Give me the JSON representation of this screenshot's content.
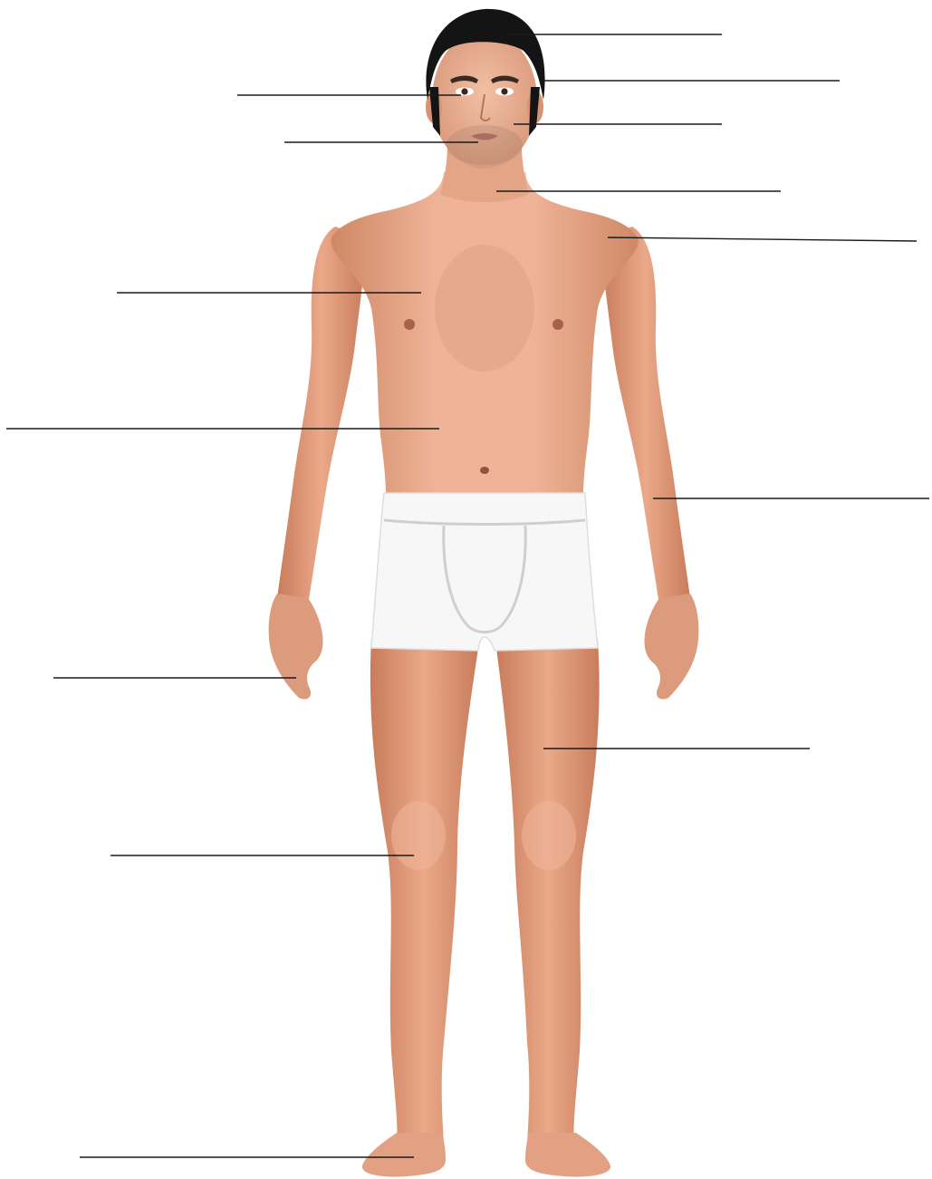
{
  "diagram": {
    "subject": "human-body-front-view",
    "colors": {
      "skin": "#e9a98a",
      "skin_shadow": "#c97c5c",
      "hair": "#141414",
      "underwear": "#f7f7f7",
      "underwear_seam": "#c9c9c9",
      "leader_line": "#1a1a1a",
      "background": "#ffffff"
    },
    "labels": [
      {
        "id": "hair",
        "text": ""
      },
      {
        "id": "ear",
        "text": ""
      },
      {
        "id": "eye",
        "text": ""
      },
      {
        "id": "cheek",
        "text": ""
      },
      {
        "id": "mouth",
        "text": ""
      },
      {
        "id": "neck",
        "text": ""
      },
      {
        "id": "shoulder",
        "text": ""
      },
      {
        "id": "chest",
        "text": ""
      },
      {
        "id": "abdomen",
        "text": ""
      },
      {
        "id": "forearm",
        "text": ""
      },
      {
        "id": "hand",
        "text": ""
      },
      {
        "id": "thigh",
        "text": ""
      },
      {
        "id": "knee",
        "text": ""
      },
      {
        "id": "foot",
        "text": ""
      }
    ]
  }
}
